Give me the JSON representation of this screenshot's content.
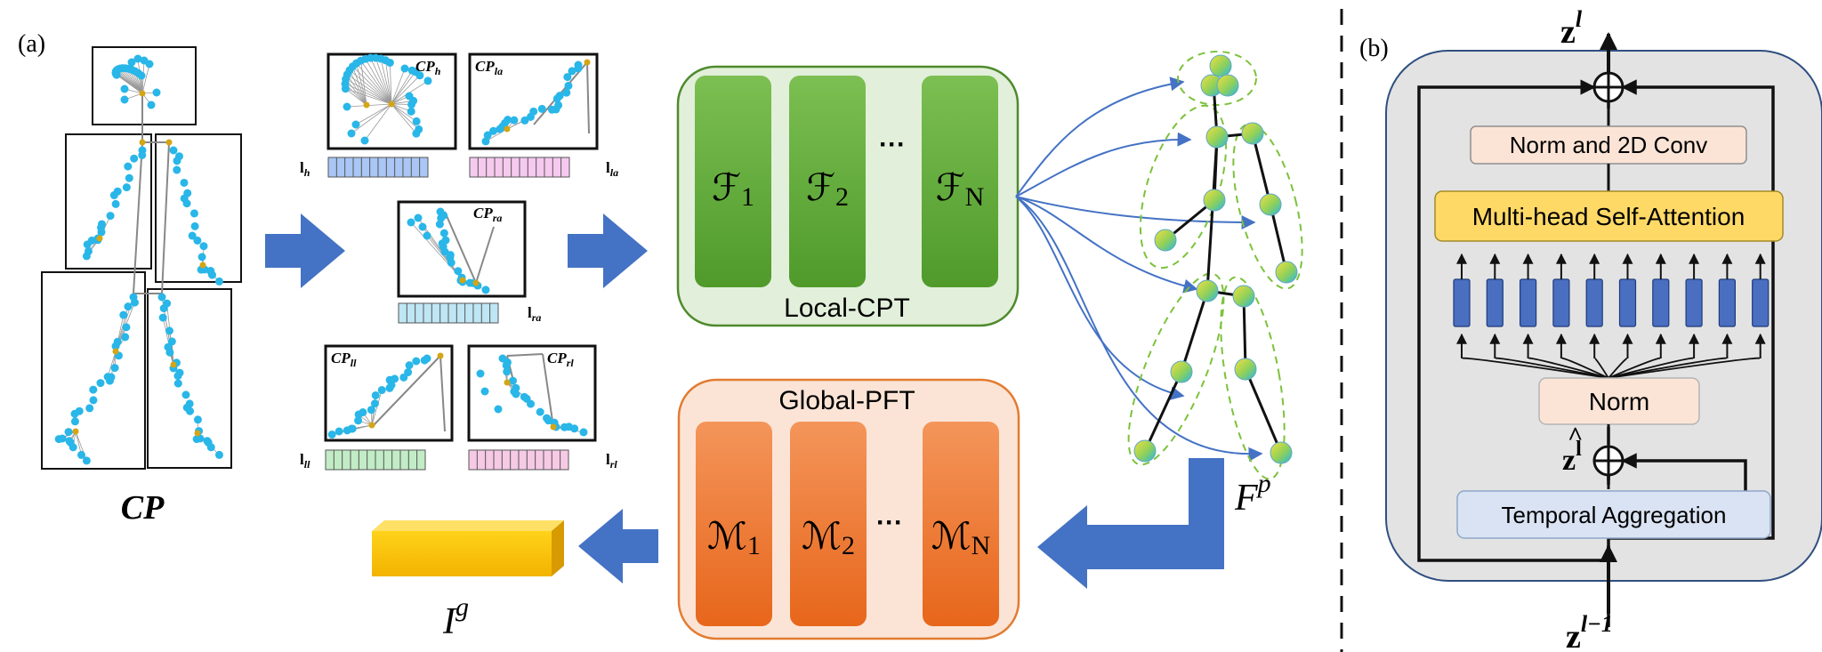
{
  "panel_a": {
    "label": "(a)",
    "cp_label": "CP",
    "crops": {
      "h": {
        "label": "CP",
        "sub": "h",
        "token_label": "l",
        "token_sub": "h",
        "token_color": "#a9c6f5"
      },
      "la": {
        "label": "CP",
        "sub": "la",
        "token_label": "l",
        "token_sub": "la",
        "token_color": "#f6c9ef"
      },
      "ra": {
        "label": "CP",
        "sub": "ra",
        "token_label": "l",
        "token_sub": "ra",
        "token_color": "#bfe6f5"
      },
      "ll": {
        "label": "CP",
        "sub": "ll",
        "token_label": "l",
        "token_sub": "ll",
        "token_color": "#c2ecc6"
      },
      "rl": {
        "label": "CP",
        "sub": "rl",
        "token_label": "l",
        "token_sub": "rl",
        "token_color": "#f6c9e4"
      }
    },
    "local_cpt": {
      "title": "Local-CPT",
      "blocks": [
        {
          "sym": "ℱ",
          "sub": "1"
        },
        {
          "sym": "ℱ",
          "sub": "2"
        },
        {
          "sym": "ℱ",
          "sub": "N"
        }
      ],
      "ellipsis": "···"
    },
    "global_pft": {
      "title": "Global-PFT",
      "blocks": [
        {
          "sym": "ℳ",
          "sub": "1"
        },
        {
          "sym": "ℳ",
          "sub": "2"
        },
        {
          "sym": "ℳ",
          "sub": "N"
        }
      ],
      "ellipsis": "···"
    },
    "fp_label": "F",
    "fp_sup": "p",
    "ig_label": "I",
    "ig_sup": "g"
  },
  "panel_b": {
    "label": "(b)",
    "out_label": "z",
    "out_sup": "l",
    "in_label": "z",
    "in_sup": "l−1",
    "mid_label": "z",
    "mid_hat": "^",
    "mid_sup": "l",
    "norm_conv": "Norm and 2D Conv",
    "mhsa": "Multi-head Self-Attention",
    "norm": "Norm",
    "temporal": "Temporal Aggregation",
    "token_count": 10
  },
  "colors": {
    "blue_arrow": "#4472c4",
    "green_dark": "#5a9a32",
    "orange_dark": "#e8691e",
    "joint": "#29b6e8"
  }
}
